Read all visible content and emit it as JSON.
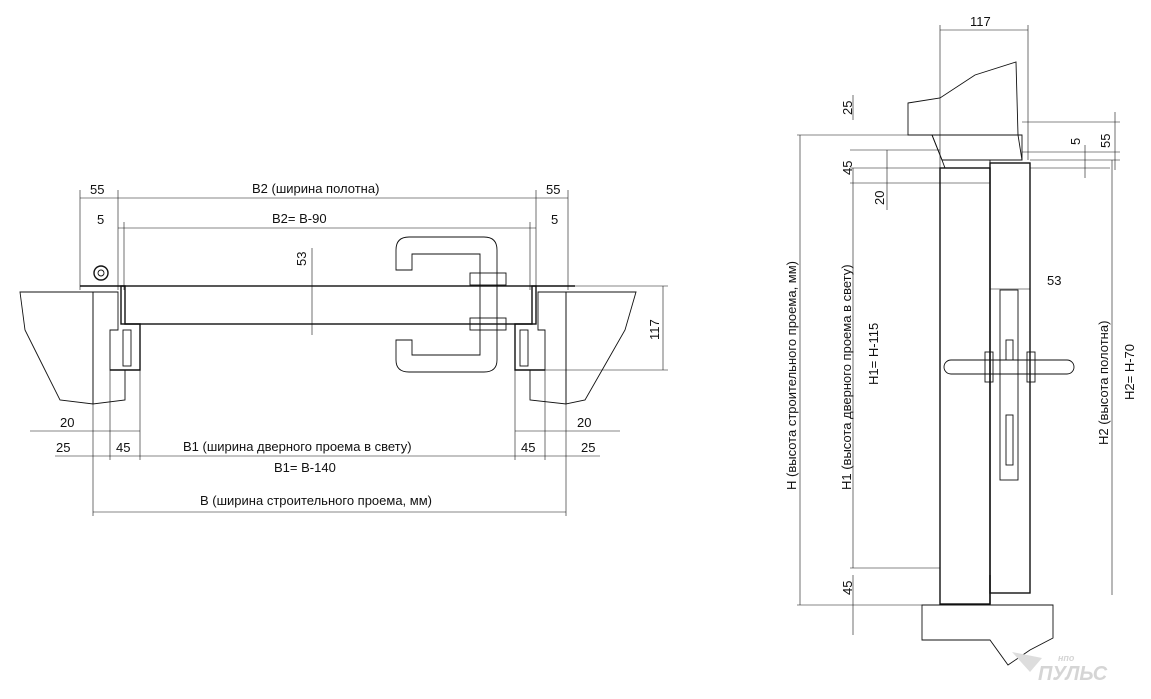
{
  "plan_view": {
    "dims": {
      "frame_overall_left": "55",
      "frame_overall_right": "55",
      "frame_step_left": "5",
      "frame_step_right": "5",
      "leaf_thickness": "53",
      "frame_depth": "117",
      "gap_left": "20",
      "gap_right": "20",
      "wall_offset_left": "25",
      "wall_offset_right": "25",
      "jamb_left": "45",
      "jamb_right": "45"
    },
    "labels": {
      "b2_title": "В2 (ширина полотна)",
      "b2_formula": "В2= В-90",
      "b1_title": "В1 (ширина дверного проема в свету)",
      "b1_formula": "В1= В-140",
      "b_title": "В (ширина строительного проема, мм)"
    }
  },
  "section_view": {
    "dims": {
      "frame_width": "117",
      "top_gap": "25",
      "top_jamb": "45",
      "top_step": "20",
      "top_small": "5",
      "top_overall": "55",
      "leaf_thickness": "53",
      "bottom_jamb": "45"
    },
    "labels": {
      "h_title": "Н (высота строительного проема, мм)",
      "h1_title": "Н1 (высота дверного проема в свету)",
      "h1_formula": "Н1= Н-115",
      "h2_title": "Н2 (высота полотна)",
      "h2_formula": "Н2= Н-70"
    }
  },
  "watermark": {
    "small": "нпо",
    "brand": "ПУЛЬС"
  }
}
